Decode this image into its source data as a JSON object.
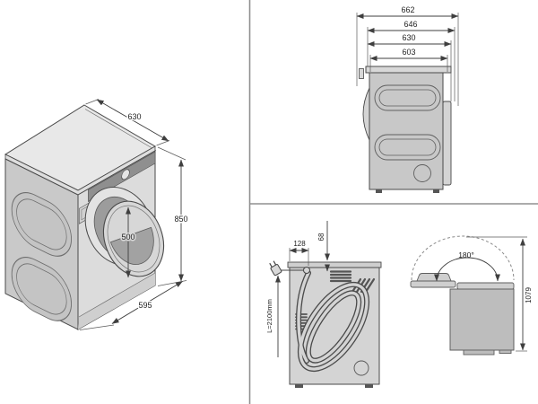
{
  "labels": {
    "iso_depth": "630",
    "iso_height": "850",
    "iso_door": "500",
    "iso_width": "595",
    "side_total_depth": "662",
    "side_depth_with_door": "646",
    "side_depth_with_panel": "630",
    "side_body_depth": "603",
    "rear_cord_offset": "128",
    "rear_vent_offset": "68",
    "rear_cord_length": "L=2100mm",
    "swing_angle": "180°",
    "swing_open_height": "1079"
  },
  "colors": {
    "top_face": "#e8e8e8",
    "side_face": "#c9c9c9",
    "front_face": "#dcdcdc",
    "panel_band": "#8f8f8f",
    "door_opening": "#9c9c9c",
    "body_gray": "#c8c8c8",
    "divider": "#909090",
    "line": "#3f3f3f"
  }
}
